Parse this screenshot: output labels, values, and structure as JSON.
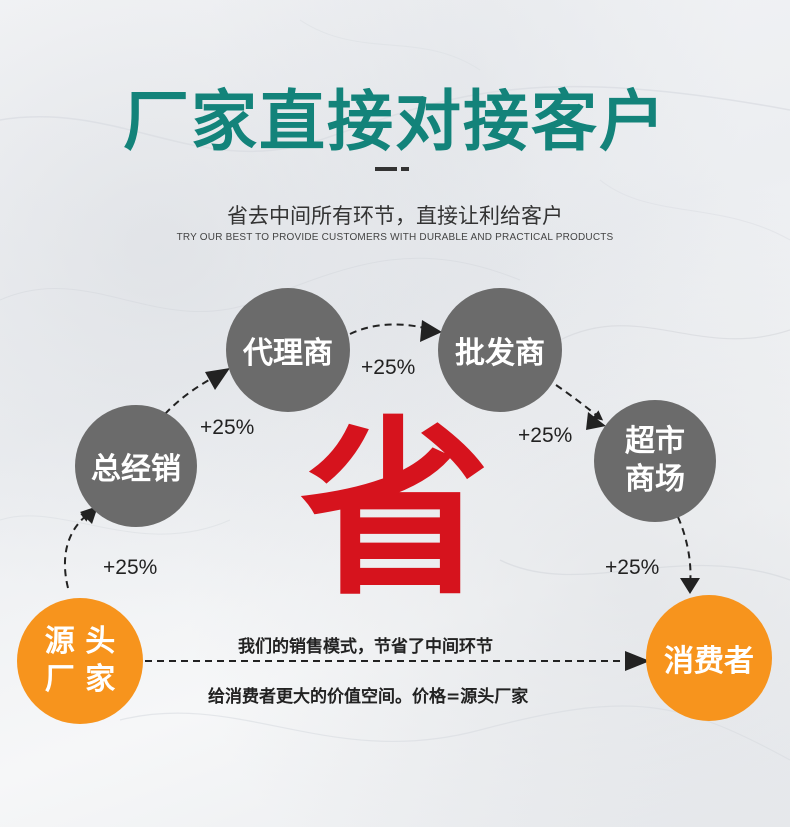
{
  "title": "厂家直接对接客户",
  "subtitle": "省去中间所有环节，直接让利给客户",
  "subtitle_en": "TRY OUR BEST TO PROVIDE CUSTOMERS WITH DURABLE AND PRACTICAL PRODUCTS",
  "nodes": {
    "source": [
      "源 头",
      "厂 家"
    ],
    "distributor": "总经销",
    "agent": "代理商",
    "wholesaler": "批发商",
    "supermarket": [
      "超市",
      "商场"
    ],
    "consumer": "消费者"
  },
  "markups": [
    "+25%",
    "+25%",
    "+25%",
    "+25%",
    "+25%"
  ],
  "center_char": "省",
  "notes": {
    "line1": "我们的销售模式，节省了中间环节",
    "line2": "给消费者更大的价值空间。价格=源头厂家"
  },
  "colors": {
    "title": "#13837a",
    "node_gray": "#6b6b6b",
    "node_orange": "#f7941d",
    "accent_red": "#d6131d"
  }
}
